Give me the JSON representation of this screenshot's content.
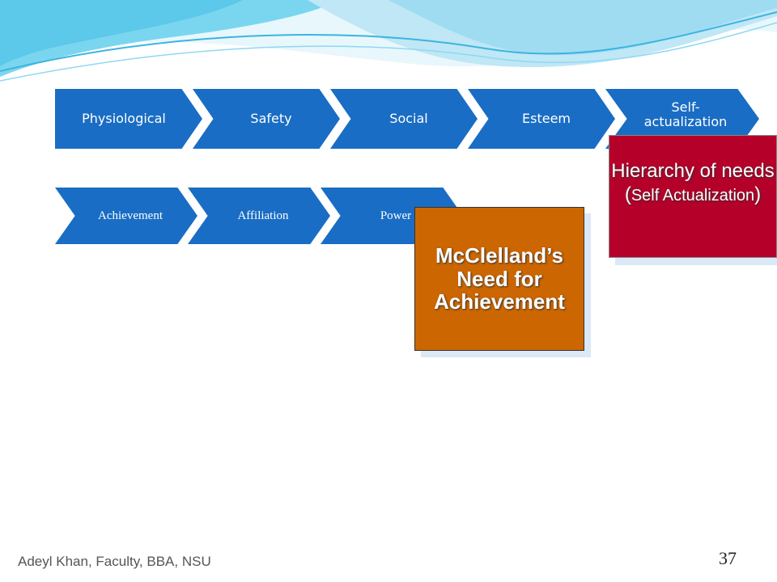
{
  "hierarchy_row": [
    {
      "label": "Physiological"
    },
    {
      "label": "Safety"
    },
    {
      "label": "Social"
    },
    {
      "label": "Esteem"
    },
    {
      "label": "Self-\nactualization"
    }
  ],
  "mcclelland_row": [
    {
      "label": "Achievement"
    },
    {
      "label": "Affiliation"
    },
    {
      "label": "Power"
    }
  ],
  "callouts": {
    "mcclelland": "McClelland’s Need for Achievement",
    "hierarchy_main": "Hierarchy of needs (",
    "hierarchy_small": "Self Actualization",
    "hierarchy_close": ")"
  },
  "footer": {
    "author": "Adeyl Khan, Faculty, BBA, NSU",
    "page_number": "37"
  },
  "colors": {
    "chevron_blue": "#1a6dc4",
    "mcclelland_box": "#cc6600",
    "hierarchy_box": "#b5002a",
    "wave_light": "#bfe7f5",
    "wave_mid": "#56c2e6"
  }
}
